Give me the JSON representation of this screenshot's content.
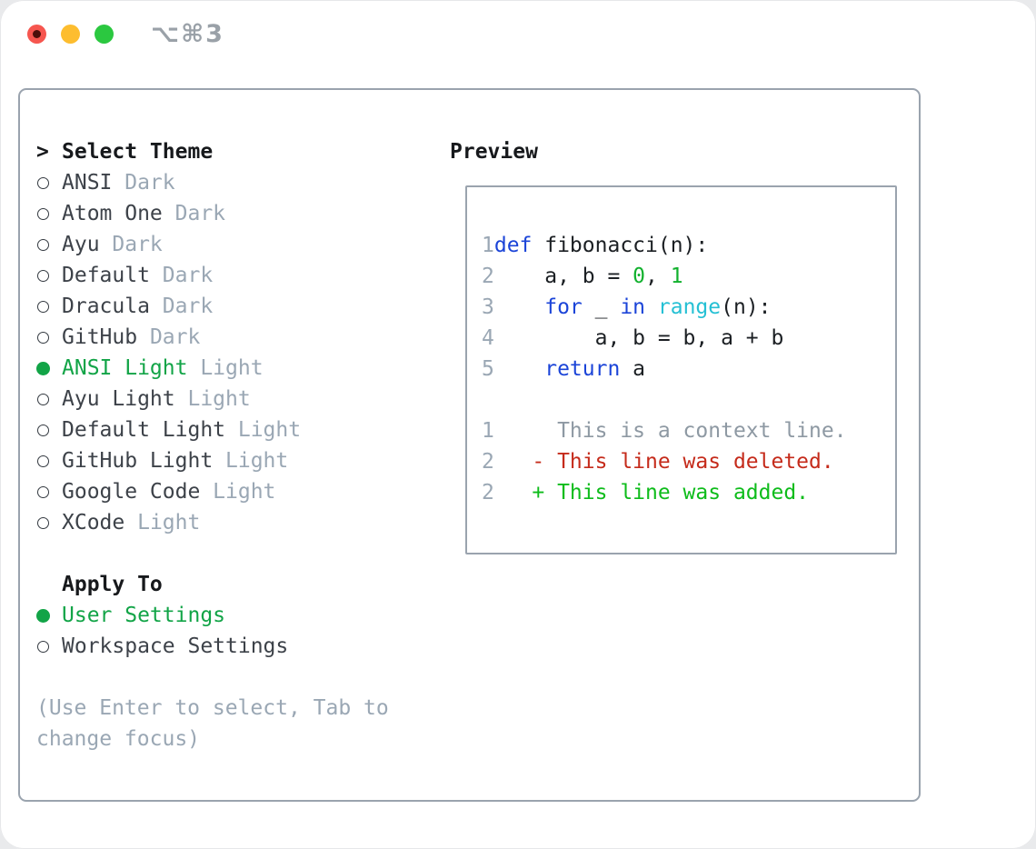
{
  "window": {
    "title": "⌥⌘3"
  },
  "theme_panel": {
    "cursor": ">",
    "header": "Select Theme",
    "items": [
      {
        "name": "ANSI",
        "variant": "Dark",
        "selected": false
      },
      {
        "name": "Atom One",
        "variant": "Dark",
        "selected": false
      },
      {
        "name": "Ayu",
        "variant": "Dark",
        "selected": false
      },
      {
        "name": "Default",
        "variant": "Dark",
        "selected": false
      },
      {
        "name": "Dracula",
        "variant": "Dark",
        "selected": false
      },
      {
        "name": "GitHub",
        "variant": "Dark",
        "selected": false
      },
      {
        "name": "ANSI Light",
        "variant": "Light",
        "selected": true
      },
      {
        "name": "Ayu Light",
        "variant": "Light",
        "selected": false
      },
      {
        "name": "Default Light",
        "variant": "Light",
        "selected": false
      },
      {
        "name": "GitHub Light",
        "variant": "Light",
        "selected": false
      },
      {
        "name": "Google Code",
        "variant": "Light",
        "selected": false
      },
      {
        "name": "XCode",
        "variant": "Light",
        "selected": false
      }
    ]
  },
  "apply_panel": {
    "header": "Apply To",
    "options": [
      {
        "label": "User Settings",
        "selected": true
      },
      {
        "label": "Workspace Settings",
        "selected": false
      }
    ]
  },
  "help_text": {
    "line1": "(Use Enter to select, Tab to",
    "line2": "change focus)"
  },
  "preview": {
    "header": "Preview",
    "lines": [
      {
        "num": "1",
        "tokens": [
          {
            "c": "kw",
            "t": "def"
          },
          {
            "c": "pl",
            "t": " fibonacci(n):"
          }
        ]
      },
      {
        "num": "2",
        "tokens": [
          {
            "c": "pl",
            "t": "    a, b = "
          },
          {
            "c": "num",
            "t": "0"
          },
          {
            "c": "pl",
            "t": ", "
          },
          {
            "c": "num",
            "t": "1"
          }
        ]
      },
      {
        "num": "3",
        "tokens": [
          {
            "c": "pl",
            "t": "    "
          },
          {
            "c": "kw",
            "t": "for"
          },
          {
            "c": "pl",
            "t": " _ "
          },
          {
            "c": "kw",
            "t": "in"
          },
          {
            "c": "pl",
            "t": " "
          },
          {
            "c": "fn",
            "t": "range"
          },
          {
            "c": "pl",
            "t": "(n):"
          }
        ]
      },
      {
        "num": "4",
        "tokens": [
          {
            "c": "pl",
            "t": "        a, b = b, a + b"
          }
        ]
      },
      {
        "num": "5",
        "tokens": [
          {
            "c": "pl",
            "t": "    "
          },
          {
            "c": "kw",
            "t": "return"
          },
          {
            "c": "pl",
            "t": " a"
          }
        ]
      },
      {
        "num": "",
        "tokens": []
      },
      {
        "num": "1",
        "tokens": [
          {
            "c": "ctx",
            "t": "     This is a context line."
          }
        ]
      },
      {
        "num": "2",
        "tokens": [
          {
            "c": "del",
            "t": "   - This line was deleted."
          }
        ]
      },
      {
        "num": "2",
        "tokens": [
          {
            "c": "add",
            "t": "   + This line was added."
          }
        ]
      }
    ]
  },
  "colors": {
    "border": "#9aa3ae",
    "header_ink": "#17191c",
    "item_text": "#3d4249",
    "muted_gray": "#9aa7b4",
    "selection_green": "#12a447",
    "code_keyword_blue": "#1b44d8",
    "code_builtin_cyan": "#25c0d4",
    "code_number_green": "#12b12e",
    "code_plain": "#1b1f23",
    "diff_context_gray": "#8e99a3",
    "diff_deleted_red": "#c52b1b",
    "diff_added_green": "#0ebc1b",
    "title_gray": "#9aa1a8",
    "traffic_red": "#f6564f",
    "traffic_yellow": "#fdbd2f",
    "traffic_green": "#2bc840"
  }
}
